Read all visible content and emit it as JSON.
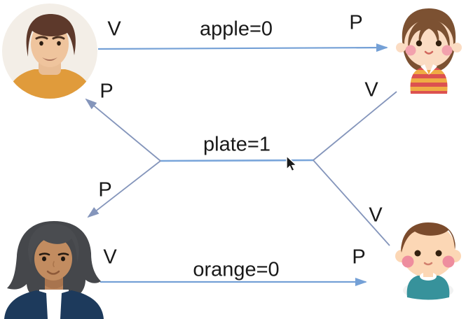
{
  "diagram": {
    "background_color": "#ffffff",
    "arrow_color": "#74a0d6",
    "plate_line_color": "#79a5da",
    "branch_line_color": "#8495bb",
    "text_color": "#191919",
    "participants": [
      {
        "id": "man",
        "icon": "man-avatar",
        "position": "top-left"
      },
      {
        "id": "girl",
        "icon": "girl-avatar",
        "position": "top-right"
      },
      {
        "id": "woman",
        "icon": "woman-avatar",
        "position": "bottom-left"
      },
      {
        "id": "boy",
        "icon": "boy-avatar",
        "position": "bottom-right"
      }
    ],
    "messages": {
      "apple": {
        "label": "apple=0",
        "sender_role": "V",
        "receiver_role": "P"
      },
      "plate": {
        "label": "plate=1",
        "man_role": "P",
        "woman_role": "P",
        "girl_role": "V",
        "boy_role": "V"
      },
      "orange": {
        "label": "orange=0",
        "sender_role": "V",
        "receiver_role": "P"
      }
    },
    "cursor_icon": "arrow-cursor"
  }
}
